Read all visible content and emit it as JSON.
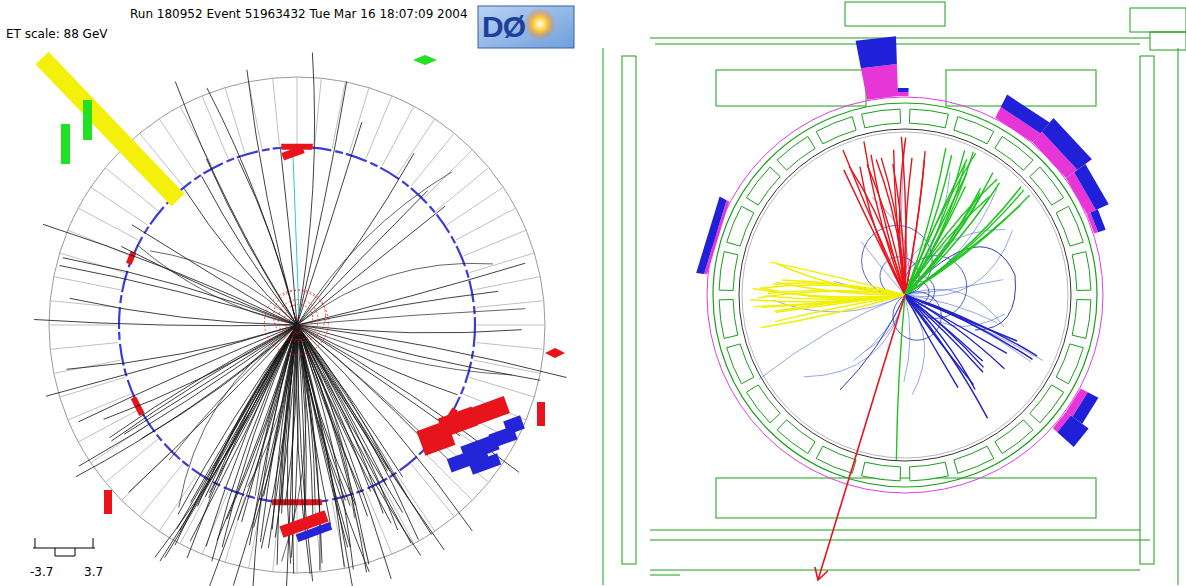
{
  "diagram": {
    "labels": [
      "Run 180952 Event 51963432 Tue Mar 16 18:07:09 2004",
      "ET scale: 88 GeV",
      "DØ",
      "-3.7",
      "3.7"
    ]
  }
}
